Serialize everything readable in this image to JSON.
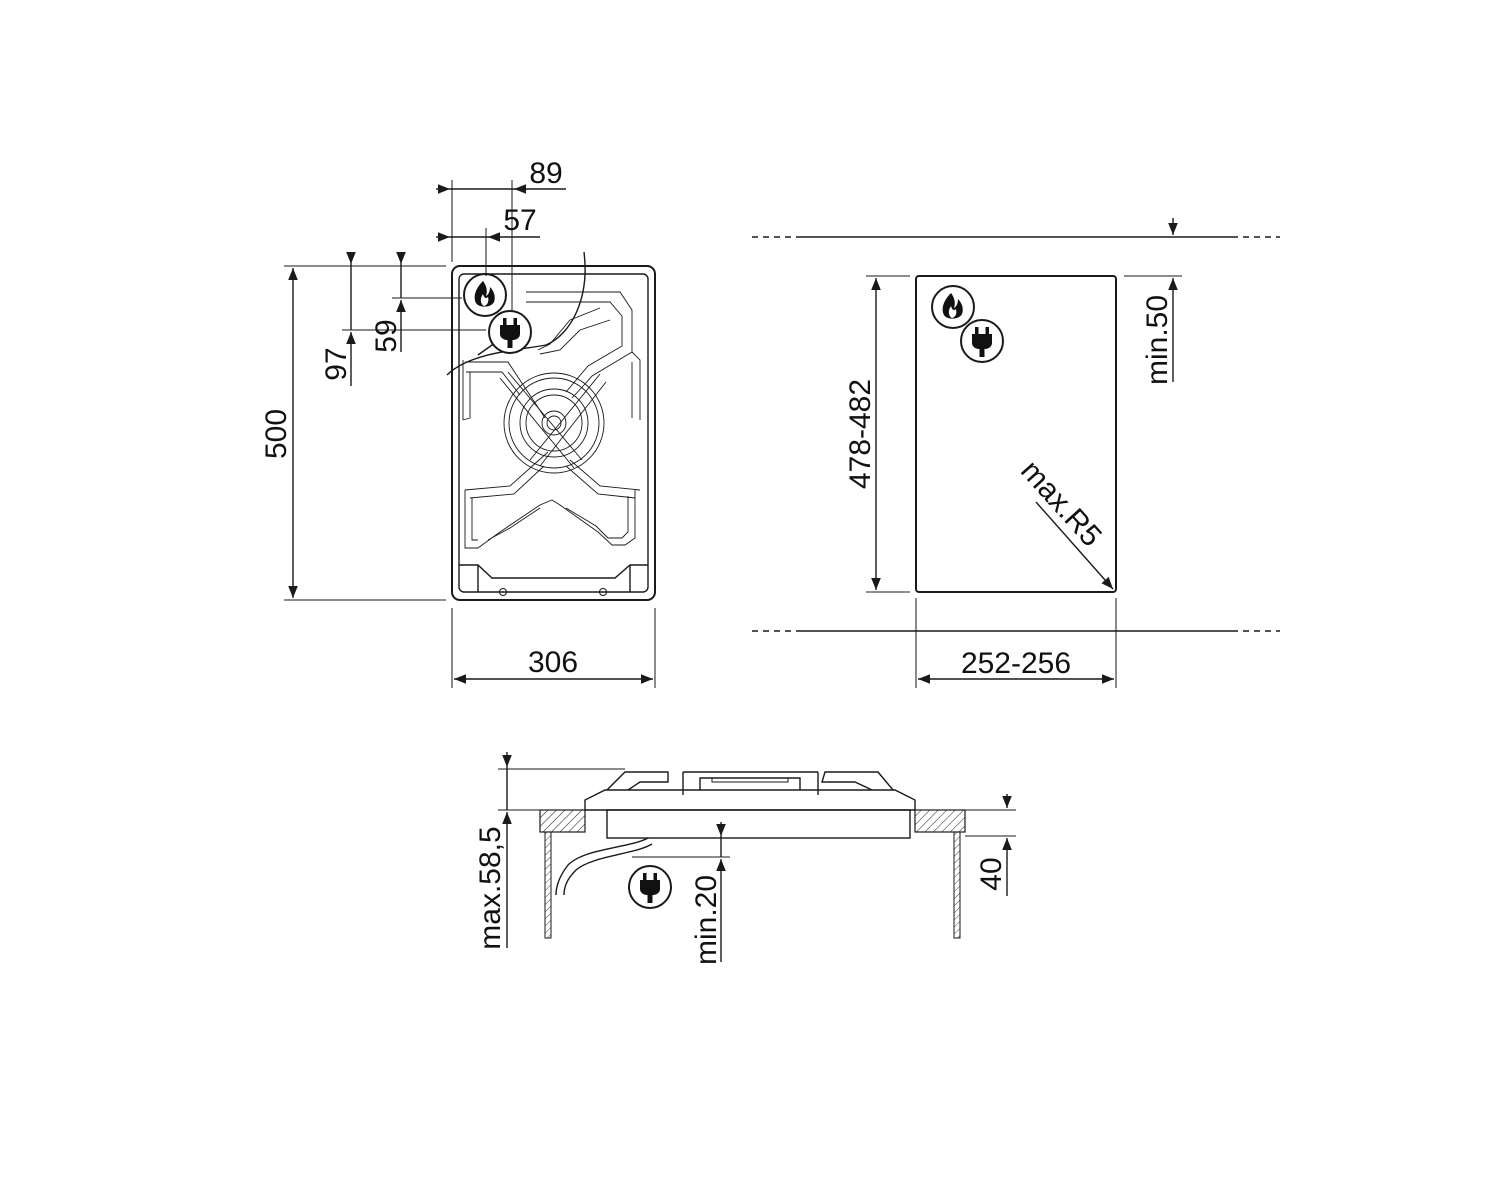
{
  "top_view": {
    "dim_depth": "500",
    "dim_width": "306",
    "dim_gas_x": "89",
    "dim_elec_x": "57",
    "dim_gas_y": "97",
    "dim_elec_y": "59"
  },
  "cutout_view": {
    "dim_depth": "478-482",
    "dim_width": "252-256",
    "dim_wall_clearance": "min.50",
    "dim_corner_radius": "max.R5"
  },
  "side_view": {
    "dim_total_height": "max.58,5",
    "dim_connection_clearance": "min.20",
    "dim_worktop": "40"
  },
  "icons": {
    "gas": "gas-flame-icon",
    "electric": "electric-plug-icon"
  },
  "colors": {
    "line": "#1a1a1a",
    "background": "#ffffff"
  }
}
